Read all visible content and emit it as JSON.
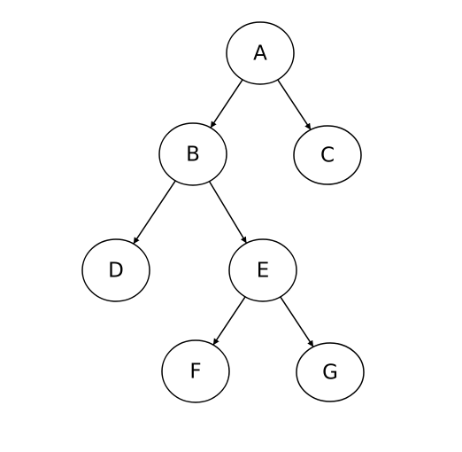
{
  "diagram": {
    "type": "binary-tree",
    "nodes": [
      {
        "id": "A",
        "label": "A"
      },
      {
        "id": "B",
        "label": "B"
      },
      {
        "id": "C",
        "label": "C"
      },
      {
        "id": "D",
        "label": "D"
      },
      {
        "id": "E",
        "label": "E"
      },
      {
        "id": "F",
        "label": "F"
      },
      {
        "id": "G",
        "label": "G"
      }
    ],
    "edges": [
      {
        "from": "A",
        "to": "B"
      },
      {
        "from": "A",
        "to": "C"
      },
      {
        "from": "B",
        "to": "D"
      },
      {
        "from": "B",
        "to": "E"
      },
      {
        "from": "E",
        "to": "F"
      },
      {
        "from": "E",
        "to": "G"
      }
    ],
    "colors": {
      "stroke": "#000000",
      "fill": "#ffffff",
      "text": "#000000"
    }
  }
}
